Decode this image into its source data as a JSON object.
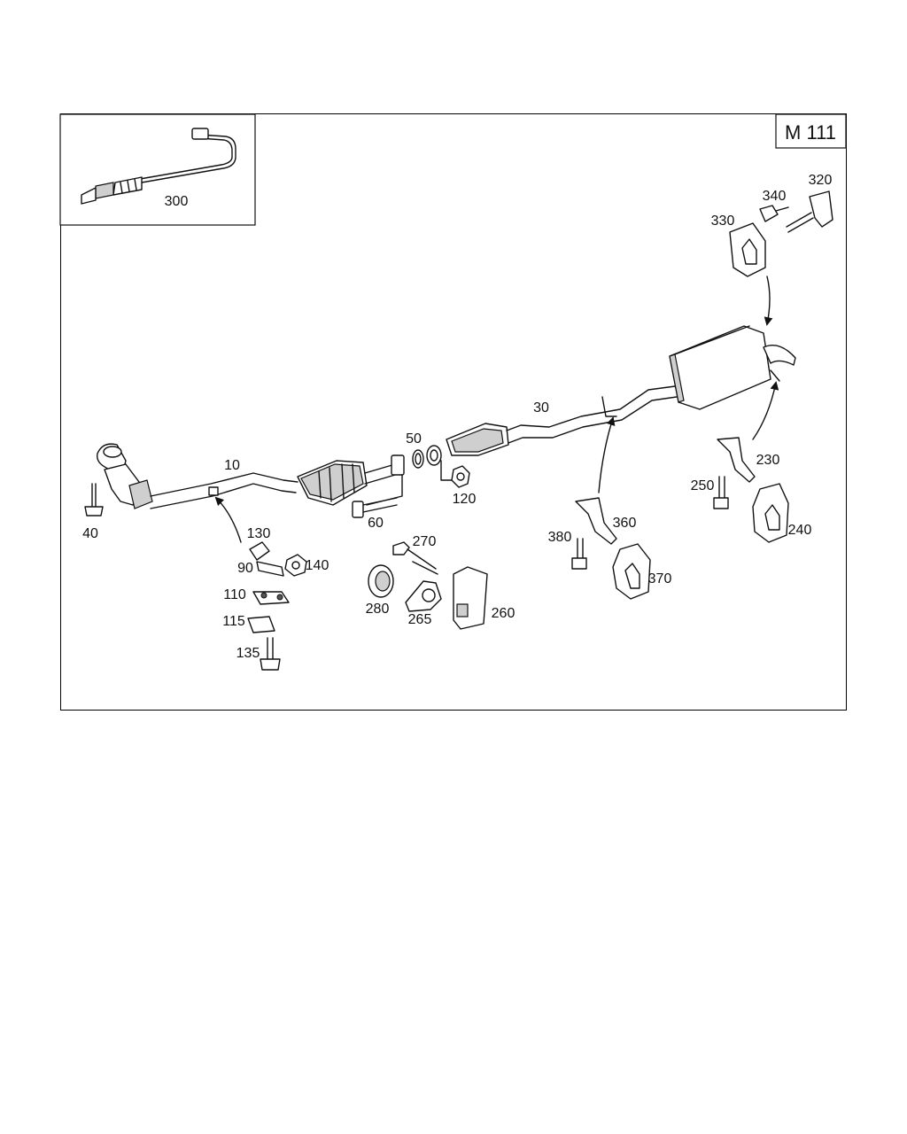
{
  "diagram": {
    "code": "M 111",
    "inset_label": "300",
    "labels": [
      {
        "id": "10",
        "text": "10"
      },
      {
        "id": "30",
        "text": "30"
      },
      {
        "id": "40",
        "text": "40"
      },
      {
        "id": "50",
        "text": "50"
      },
      {
        "id": "60",
        "text": "60"
      },
      {
        "id": "90",
        "text": "90"
      },
      {
        "id": "110",
        "text": "110"
      },
      {
        "id": "115",
        "text": "115"
      },
      {
        "id": "120",
        "text": "120"
      },
      {
        "id": "130",
        "text": "130"
      },
      {
        "id": "135",
        "text": "135"
      },
      {
        "id": "140",
        "text": "140"
      },
      {
        "id": "230",
        "text": "230"
      },
      {
        "id": "240",
        "text": "240"
      },
      {
        "id": "250",
        "text": "250"
      },
      {
        "id": "260",
        "text": "260"
      },
      {
        "id": "265",
        "text": "265"
      },
      {
        "id": "270",
        "text": "270"
      },
      {
        "id": "280",
        "text": "280"
      },
      {
        "id": "320",
        "text": "320"
      },
      {
        "id": "330",
        "text": "330"
      },
      {
        "id": "340",
        "text": "340"
      },
      {
        "id": "360",
        "text": "360"
      },
      {
        "id": "370",
        "text": "370"
      },
      {
        "id": "380",
        "text": "380"
      }
    ]
  }
}
